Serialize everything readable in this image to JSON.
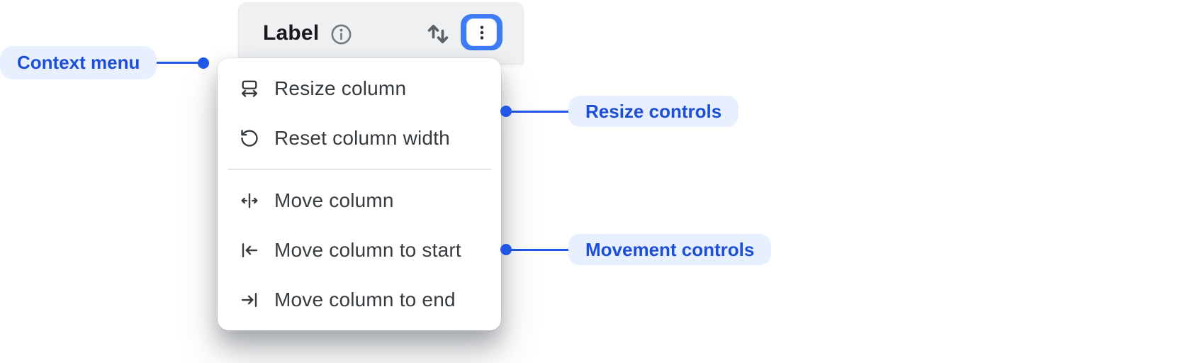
{
  "header": {
    "label": "Label",
    "info_icon": "info-circle",
    "sort_icon": "sort-arrows-up-down",
    "more_icon": "kebab-vertical-dots"
  },
  "menu": {
    "items": [
      {
        "label": "Resize column",
        "icon": "resize-column-icon"
      },
      {
        "label": "Reset column width",
        "icon": "reset-column-width-icon"
      },
      {
        "label": "Move column",
        "icon": "move-column-icon"
      },
      {
        "label": "Move column to start",
        "icon": "move-column-start-icon"
      },
      {
        "label": "Move column to end",
        "icon": "move-column-end-icon"
      }
    ],
    "divider_after_index": 1
  },
  "annotations": {
    "context": {
      "label": "Context menu"
    },
    "resize": {
      "label": "Resize controls"
    },
    "movement": {
      "label": "Movement controls"
    }
  },
  "colors": {
    "focus_ring_blue": "#3d7cf6",
    "annotation_blue": "#2158e6",
    "annotation_text_blue": "#1c4ed8",
    "annotation_pill_bg": "#e8efff",
    "header_bg": "#eef0f2",
    "menu_text": "#363b40",
    "menu_bg": "#ffffff"
  }
}
